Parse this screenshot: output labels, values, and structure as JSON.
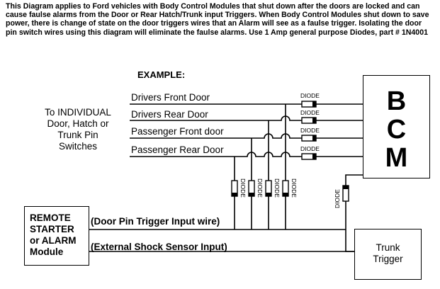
{
  "intro_text": "This Diagram applies to Ford vehicles with Body Control Modules that shut down after the doors are locked and can cause faulse alarms from the Door or Rear Hatch/Trunk input Triggers.  When Body Control Modules shut down to save power, there is change of state on the door triggers wires that an Alarm will see as a faulse trigger. Isolating the door pin switch wires using this diagram will eliminate the faulse alarms. Use 1 Amp general purpose Diodes, part # 1N4001",
  "example_label": "EXAMPLE:",
  "left_label": {
    "line1": "To INDIVIDUAL",
    "line2": "Door, Hatch or",
    "line3": "Trunk Pin",
    "line4": "Switches"
  },
  "doors": [
    {
      "label": "Drivers Front Door"
    },
    {
      "label": "Drivers Rear Door"
    },
    {
      "label": "Passenger Front door"
    },
    {
      "label": "Passenger Rear Door"
    }
  ],
  "diode_label": "DIODE",
  "bcm": {
    "letter1": "B",
    "letter2": "C",
    "letter3": "M"
  },
  "remote_module": {
    "line1": "REMOTE",
    "line2": "STARTER",
    "line3": "or ALARM",
    "line4": "Module"
  },
  "trunk_trigger": {
    "line1": "Trunk",
    "line2": "Trigger"
  },
  "wires": {
    "door_pin": "(Door Pin Trigger Input wire)",
    "shock": "(External Shock Sensor Input)"
  }
}
